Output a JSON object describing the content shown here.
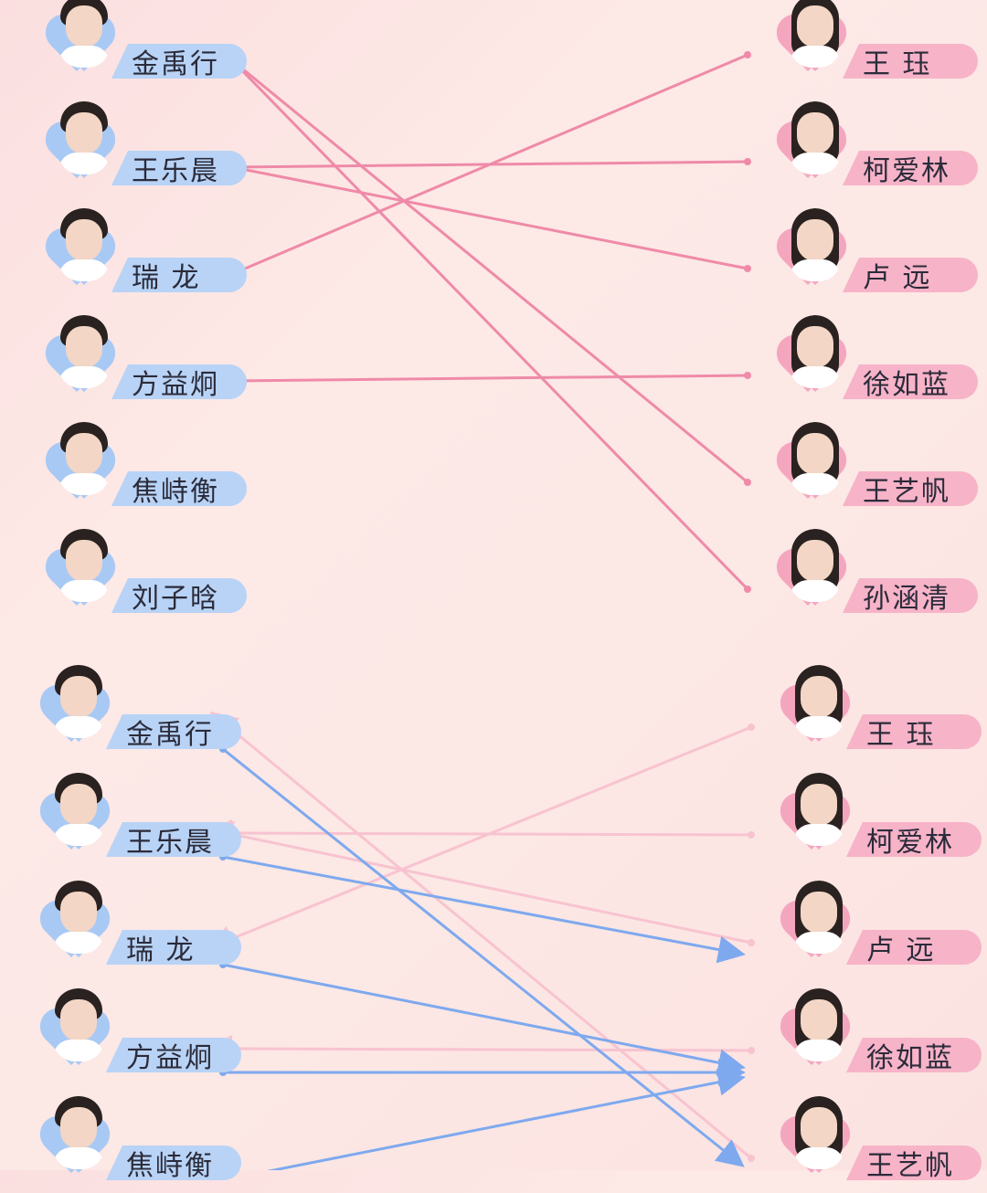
{
  "top": {
    "men": [
      {
        "name": "金禹行"
      },
      {
        "name": "王乐晨"
      },
      {
        "name": "瑞 龙"
      },
      {
        "name": "方益炯"
      },
      {
        "name": "焦峙衡"
      },
      {
        "name": "刘子晗"
      }
    ],
    "women": [
      {
        "name": "王 珏"
      },
      {
        "name": "柯爱林"
      },
      {
        "name": "卢 远"
      },
      {
        "name": "徐如蓝"
      },
      {
        "name": "王艺帆"
      },
      {
        "name": "孙涵清"
      }
    ],
    "choices": [
      {
        "from": "王 珏",
        "to": "瑞 龙"
      },
      {
        "from": "柯爱林",
        "to": "王乐晨"
      },
      {
        "from": "卢 远",
        "to": "王乐晨"
      },
      {
        "from": "徐如蓝",
        "to": "方益炯"
      },
      {
        "from": "王艺帆",
        "to": "金禹行"
      },
      {
        "from": "孙涵清",
        "to": "金禹行"
      }
    ]
  },
  "bottom": {
    "men": [
      {
        "name": "金禹行"
      },
      {
        "name": "王乐晨"
      },
      {
        "name": "瑞 龙"
      },
      {
        "name": "方益炯"
      },
      {
        "name": "焦峙衡"
      }
    ],
    "women": [
      {
        "name": "王 珏"
      },
      {
        "name": "柯爱林"
      },
      {
        "name": "卢 远"
      },
      {
        "name": "徐如蓝"
      },
      {
        "name": "王艺帆"
      }
    ],
    "choices": [
      {
        "from": "金禹行",
        "to": "王艺帆"
      },
      {
        "from": "王乐晨",
        "to": "卢 远"
      },
      {
        "from": "瑞 龙",
        "to": "徐如蓝"
      },
      {
        "from": "方益炯",
        "to": "徐如蓝"
      },
      {
        "from": "焦峙衡",
        "to": "徐如蓝"
      }
    ],
    "faded_choices": [
      {
        "from": "王 珏",
        "to": "瑞 龙"
      },
      {
        "from": "柯爱林",
        "to": "王乐晨"
      },
      {
        "from": "卢 远",
        "to": "王乐晨"
      },
      {
        "from": "徐如蓝",
        "to": "方益炯"
      },
      {
        "from": "王艺帆",
        "to": "金禹行"
      }
    ]
  },
  "colors": {
    "female_choice": "#ef8aa8",
    "male_choice": "#7ea9ee",
    "faded_choice": "#f8c3d0",
    "male_tag": "#b8d3f6",
    "female_tag": "#f7b3c8"
  }
}
